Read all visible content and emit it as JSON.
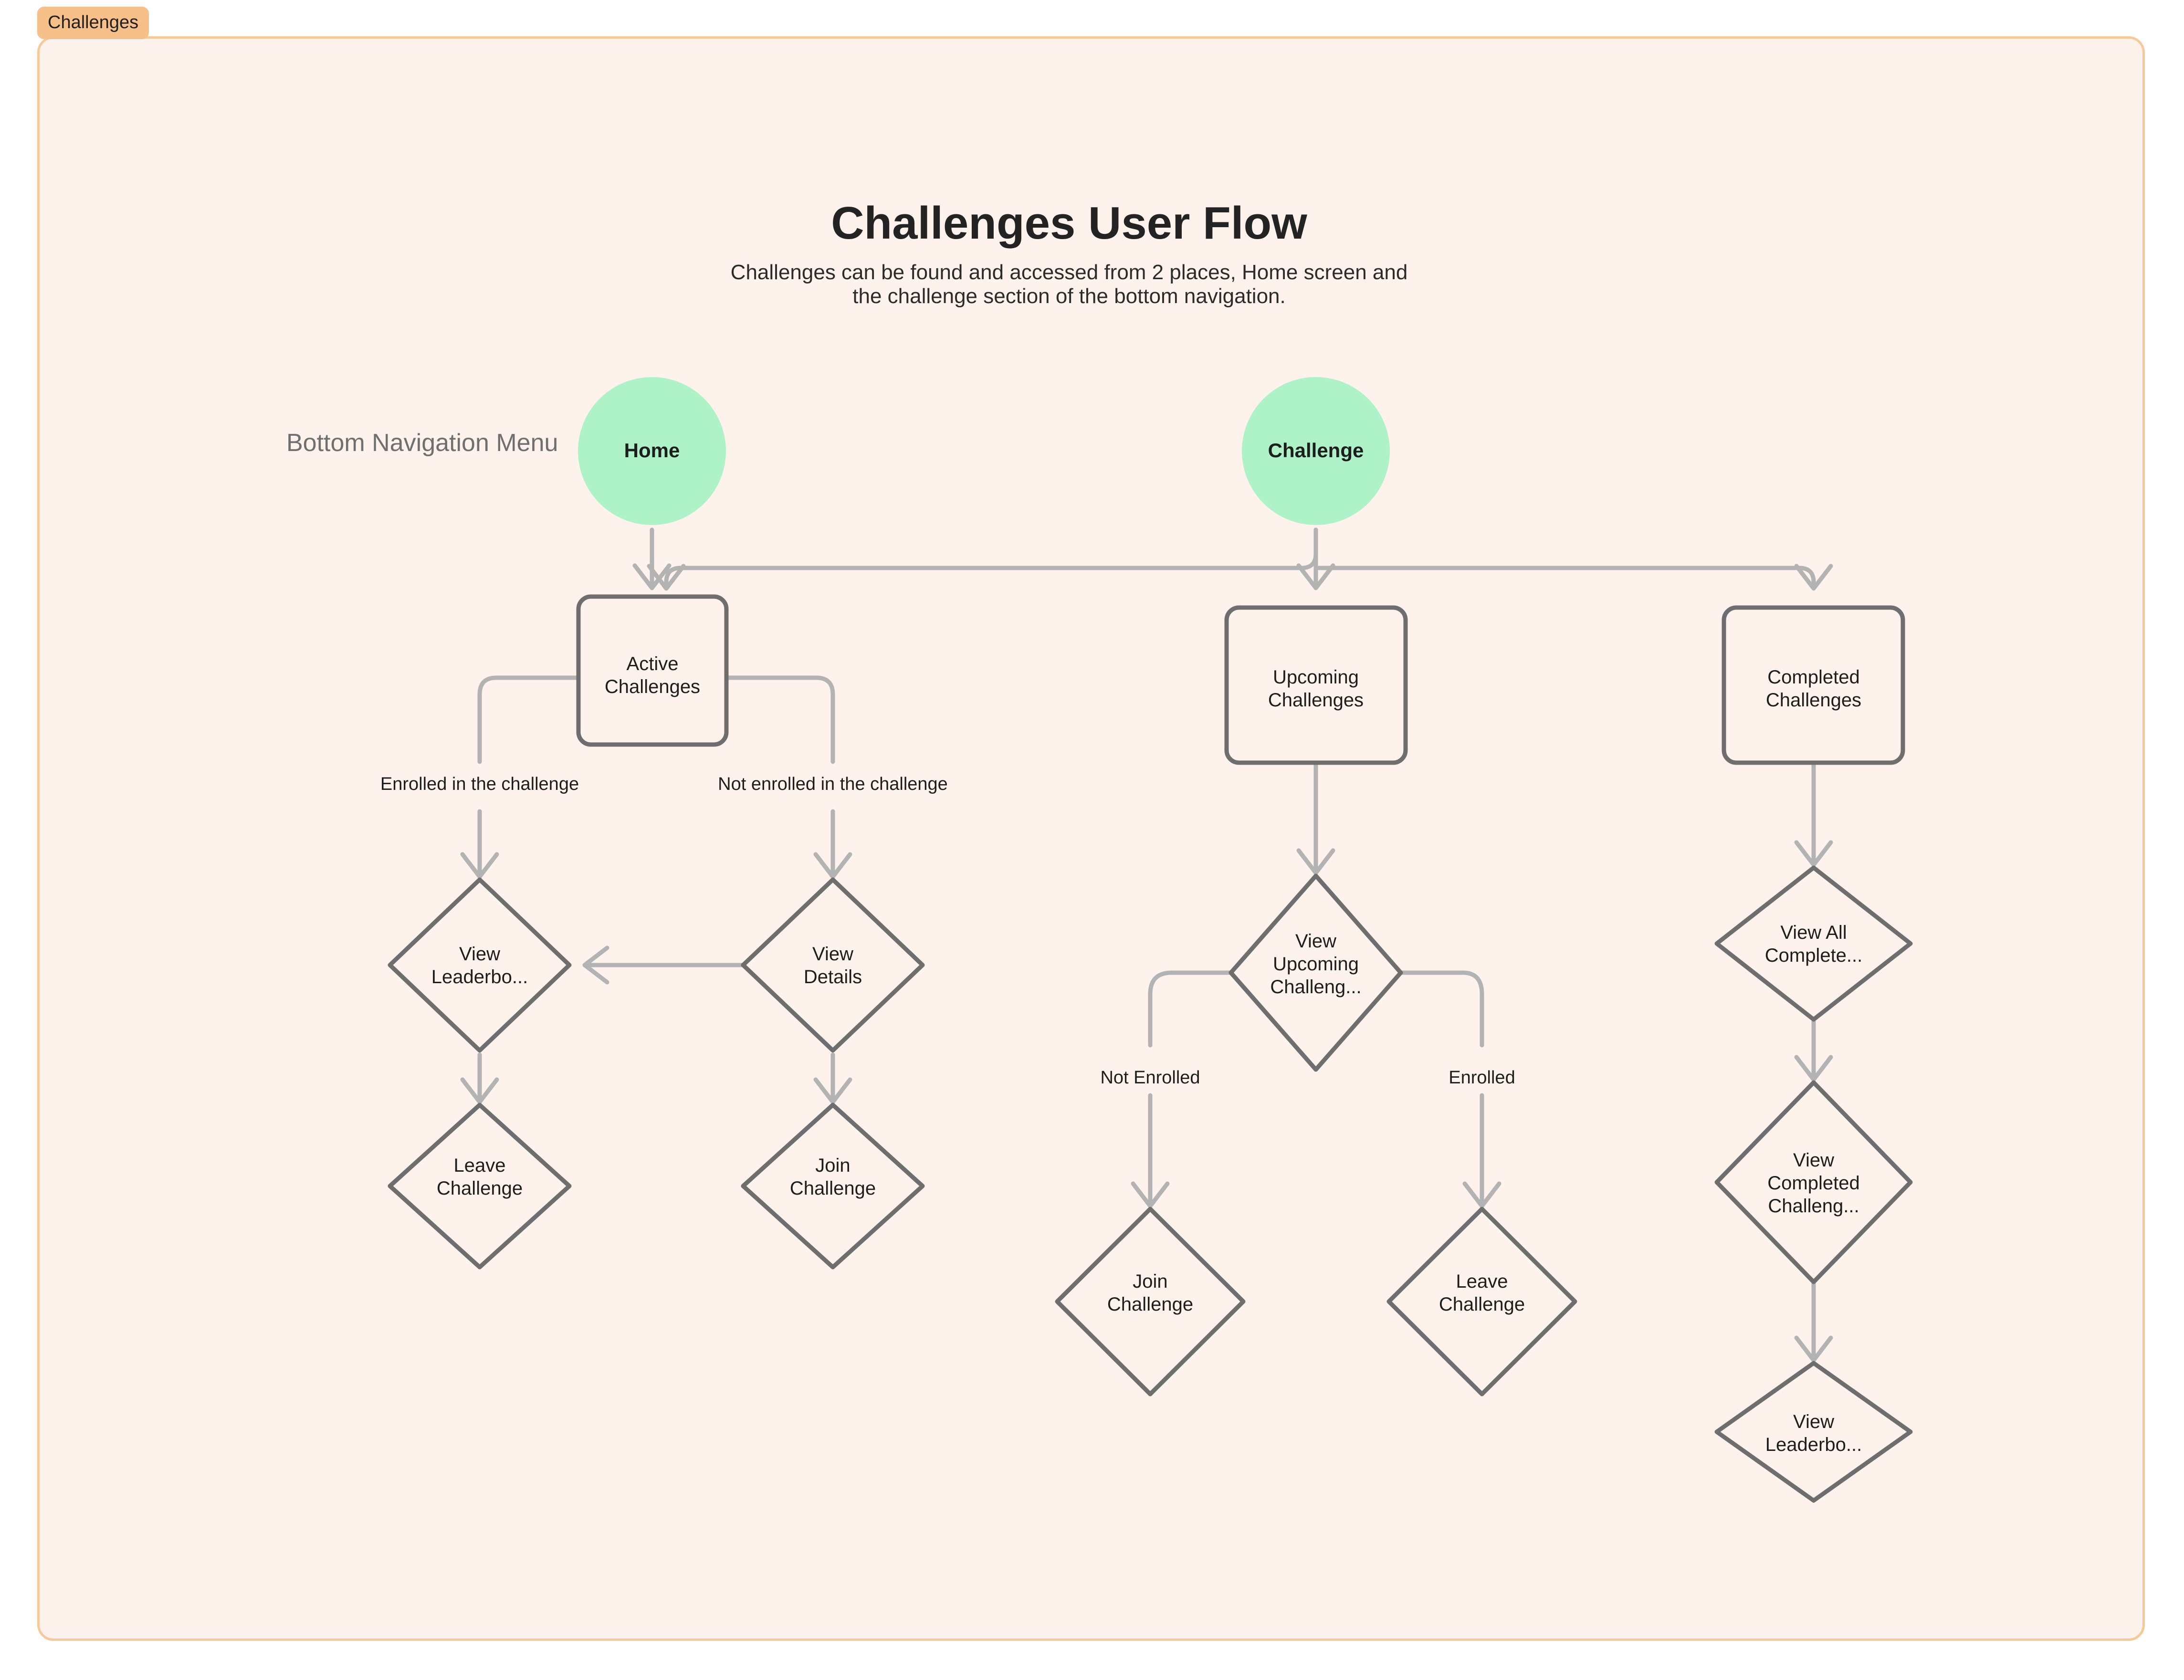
{
  "section_tag": "Challenges",
  "header": {
    "title": "Challenges User Flow",
    "subtitle_line1": "Challenges can be found and accessed from 2 places, Home screen and",
    "subtitle_line2": "the challenge section of the bottom navigation."
  },
  "colors": {
    "page_background": "#ffffff",
    "frame_background": "#fdf3ec",
    "frame_border": "#f7c998",
    "tag_background": "#f7c089",
    "circle_fill": "#aef2c8",
    "shape_stroke": "#6e6e6e",
    "edge_stroke": "#b3b3b3",
    "title_text": "#232323",
    "muted_text": "#6f6f6f"
  },
  "row_label": "Bottom Navigation Menu",
  "entry_nodes": [
    {
      "id": "home",
      "label": "Home",
      "shape": "circle"
    },
    {
      "id": "challenge",
      "label": "Challenge",
      "shape": "circle"
    }
  ],
  "category_nodes": [
    {
      "id": "active",
      "label_line1": "Active",
      "label_line2": "Challenges",
      "shape": "rounded-rect"
    },
    {
      "id": "upcoming",
      "label_line1": "Upcoming",
      "label_line2": "Challenges",
      "shape": "rounded-rect"
    },
    {
      "id": "completed",
      "label_line1": "Completed",
      "label_line2": "Challenges",
      "shape": "rounded-rect"
    }
  ],
  "action_nodes": [
    {
      "id": "view-leaderboard-active",
      "label_line1": "View",
      "label_line2": "Leaderbo...",
      "label_line3": "",
      "shape": "diamond"
    },
    {
      "id": "view-details",
      "label_line1": "View",
      "label_line2": "Details",
      "label_line3": "",
      "shape": "diamond"
    },
    {
      "id": "leave-challenge-active",
      "label_line1": "Leave",
      "label_line2": "Challenge",
      "label_line3": "",
      "shape": "diamond"
    },
    {
      "id": "join-challenge-active",
      "label_line1": "Join",
      "label_line2": "Challenge",
      "label_line3": "",
      "shape": "diamond"
    },
    {
      "id": "view-upcoming-challenges",
      "label_line1": "View",
      "label_line2": "Upcoming",
      "label_line3": "Challeng...",
      "shape": "diamond"
    },
    {
      "id": "join-challenge-upcoming",
      "label_line1": "Join",
      "label_line2": "Challenge",
      "label_line3": "",
      "shape": "diamond"
    },
    {
      "id": "leave-challenge-upcoming",
      "label_line1": "Leave",
      "label_line2": "Challenge",
      "label_line3": "",
      "shape": "diamond"
    },
    {
      "id": "view-all-completed",
      "label_line1": "View All",
      "label_line2": "Complete...",
      "label_line3": "",
      "shape": "diamond"
    },
    {
      "id": "view-completed-challenges",
      "label_line1": "View",
      "label_line2": "Completed",
      "label_line3": "Challeng...",
      "shape": "diamond"
    },
    {
      "id": "view-leaderboard-completed",
      "label_line1": "View",
      "label_line2": "Leaderbo...",
      "label_line3": "",
      "shape": "diamond"
    }
  ],
  "edge_labels": [
    {
      "id": "enrolled-in-the-challenge",
      "text": "Enrolled in the challenge"
    },
    {
      "id": "not-enrolled-in-the-challenge",
      "text": "Not enrolled in the challenge"
    },
    {
      "id": "not-enrolled",
      "text": "Not Enrolled"
    },
    {
      "id": "enrolled",
      "text": "Enrolled"
    }
  ]
}
